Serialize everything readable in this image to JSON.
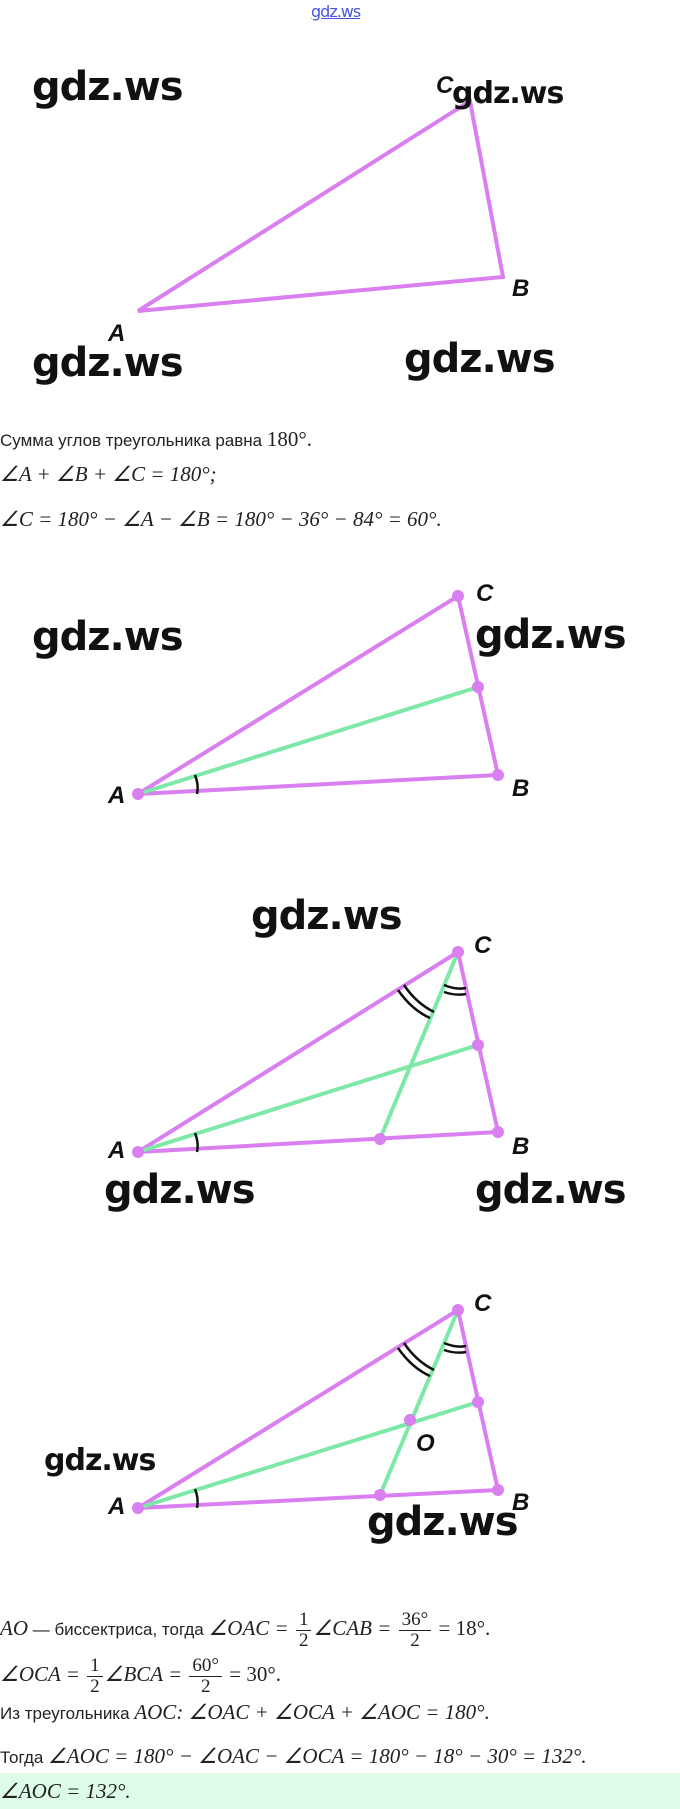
{
  "watermark": "gdz.ws",
  "labels": {
    "A": "A",
    "B": "B",
    "C": "C",
    "O": "O"
  },
  "colors": {
    "triangle": "#d97ff0",
    "bisector": "#7ee8a8",
    "answer_bg": "#dcfce8"
  },
  "text1": {
    "l1_text": "Сумма углов треугольника равна ",
    "l1_math": "180°.",
    "l2_math": "∠A + ∠B + ∠C = 180°;",
    "l3_math": "∠C = 180° − ∠A − ∠B = 180° − 36° − 84° = 60°."
  },
  "text2": {
    "l1_a": "AO",
    "l1_text": " — биссектриса, тогда ",
    "l1_b": "∠OAC = ",
    "f1_num": "1",
    "f1_den": "2",
    "l1_c": "∠CAB = ",
    "f2_num": "36°",
    "f2_den": "2",
    "l1_d": " = 18°.",
    "l2_a": "∠OCA = ",
    "f3_num": "1",
    "f3_den": "2",
    "l2_b": "∠BCA = ",
    "f4_num": "60°",
    "f4_den": "2",
    "l2_c": " = 30°.",
    "l3_text": "Из треугольника ",
    "l3_math": "AOC: ∠OAC + ∠OCA + ∠AOC = 180°.",
    "l4_text": "Тогда ",
    "l4_math": "∠AOC = 180° − ∠OAC − ∠OCA = 180° − 18° − 30° = 132°.",
    "answer": "∠AOC = 132°."
  }
}
